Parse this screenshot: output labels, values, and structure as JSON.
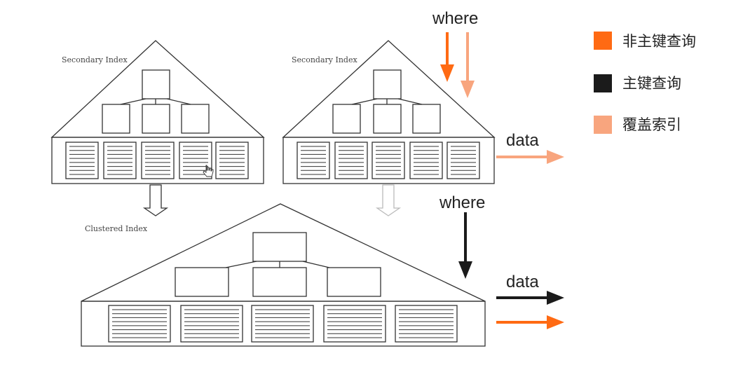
{
  "colors": {
    "non_primary": "#ff6a13",
    "primary": "#1b1b1b",
    "covering": "#f8a57e",
    "line": "#333333",
    "hollow_arrow_dark": "#333333",
    "hollow_arrow_light": "#bbbbbb"
  },
  "diagram": {
    "left_tree_label": "Secondary Index",
    "right_tree_label": "Secondary Index",
    "bottom_tree_label": "Clustered Index",
    "where_top_label": "where",
    "where_middle_label": "where",
    "data_top_label": "data",
    "data_bottom_label": "data"
  },
  "legend": {
    "items": [
      {
        "label": "非主键查询",
        "color": "#ff6a13"
      },
      {
        "label": "主键查询",
        "color": "#1b1b1b"
      },
      {
        "label": "覆盖索引",
        "color": "#f8a57e"
      }
    ]
  }
}
